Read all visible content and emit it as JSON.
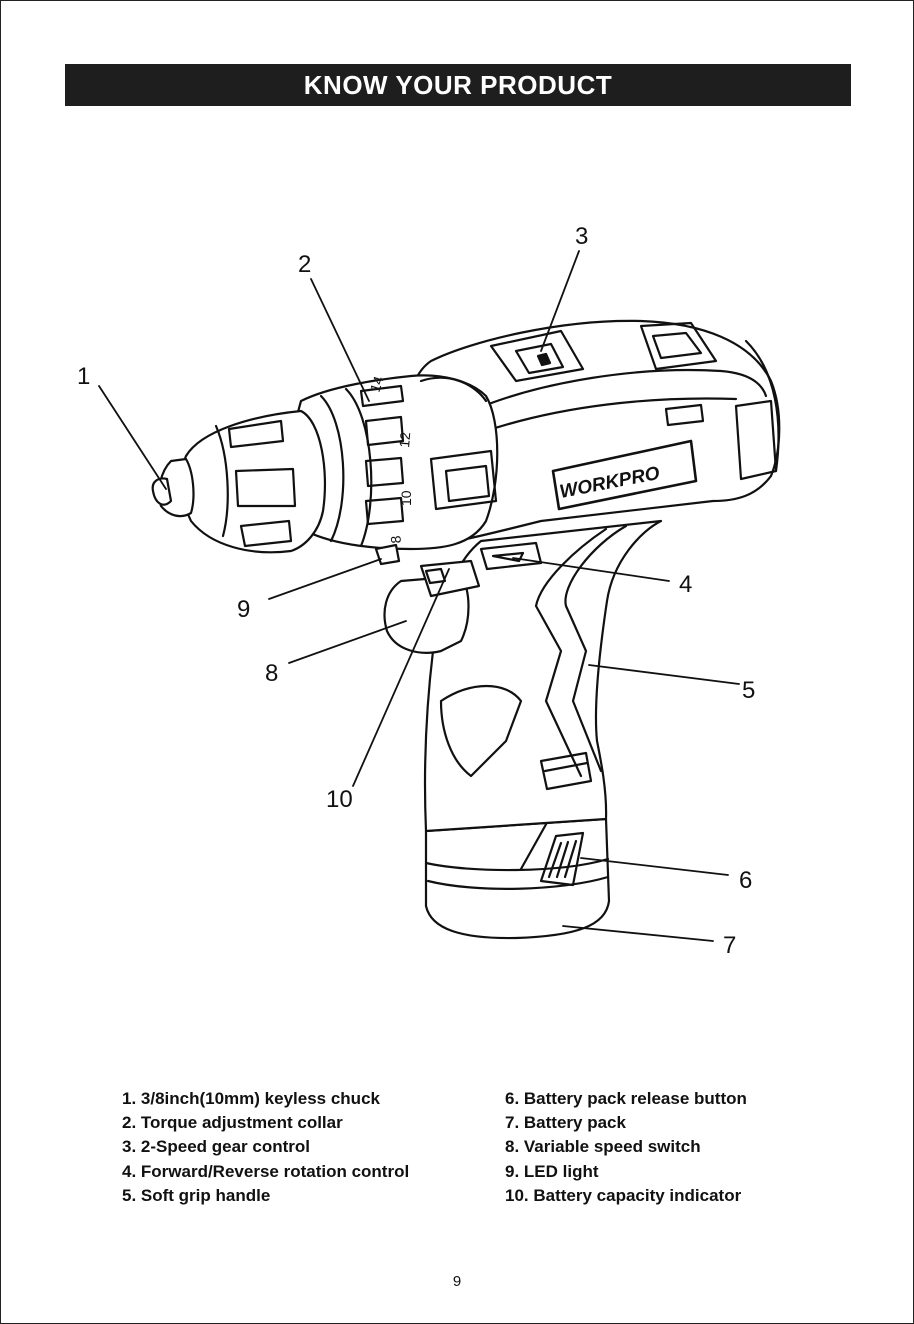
{
  "header": {
    "title": "KNOW YOUR PRODUCT"
  },
  "diagram": {
    "brand_text": "WORKPRO",
    "collar_marks": [
      "14",
      "12",
      "10",
      "8"
    ],
    "callouts": [
      "1",
      "2",
      "3",
      "4",
      "5",
      "6",
      "7",
      "8",
      "9",
      "10"
    ]
  },
  "parts_list": {
    "left": [
      "1. 3/8inch(10mm) keyless chuck",
      "2. Torque adjustment collar",
      "3. 2-Speed gear control",
      "4. Forward/Reverse rotation control",
      "5. Soft grip handle"
    ],
    "right": [
      "6. Battery pack release button",
      "7. Battery pack",
      "8. Variable speed switch",
      "9. LED light",
      "10. Battery capacity indicator"
    ]
  },
  "footer": {
    "page_number": "9"
  }
}
